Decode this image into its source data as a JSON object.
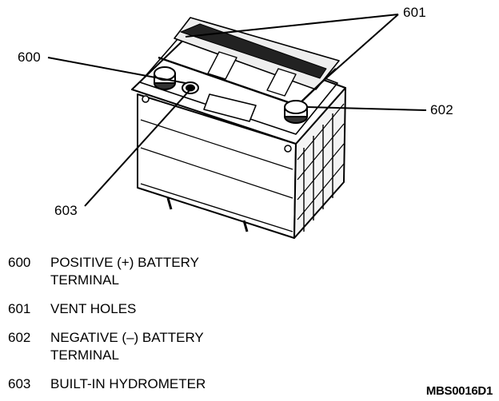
{
  "callouts": {
    "c600": "600",
    "c601": "601",
    "c602": "602",
    "c603": "603"
  },
  "legend": [
    {
      "num": "600",
      "line1": "POSITIVE (+) BATTERY",
      "line2": "TERMINAL"
    },
    {
      "num": "601",
      "line1": "VENT HOLES",
      "line2": ""
    },
    {
      "num": "602",
      "line1": "NEGATIVE (–) BATTERY",
      "line2": "TERMINAL"
    },
    {
      "num": "603",
      "line1": "BUILT-IN HYDROMETER",
      "line2": ""
    }
  ],
  "figure_code": "MBS0016D1"
}
